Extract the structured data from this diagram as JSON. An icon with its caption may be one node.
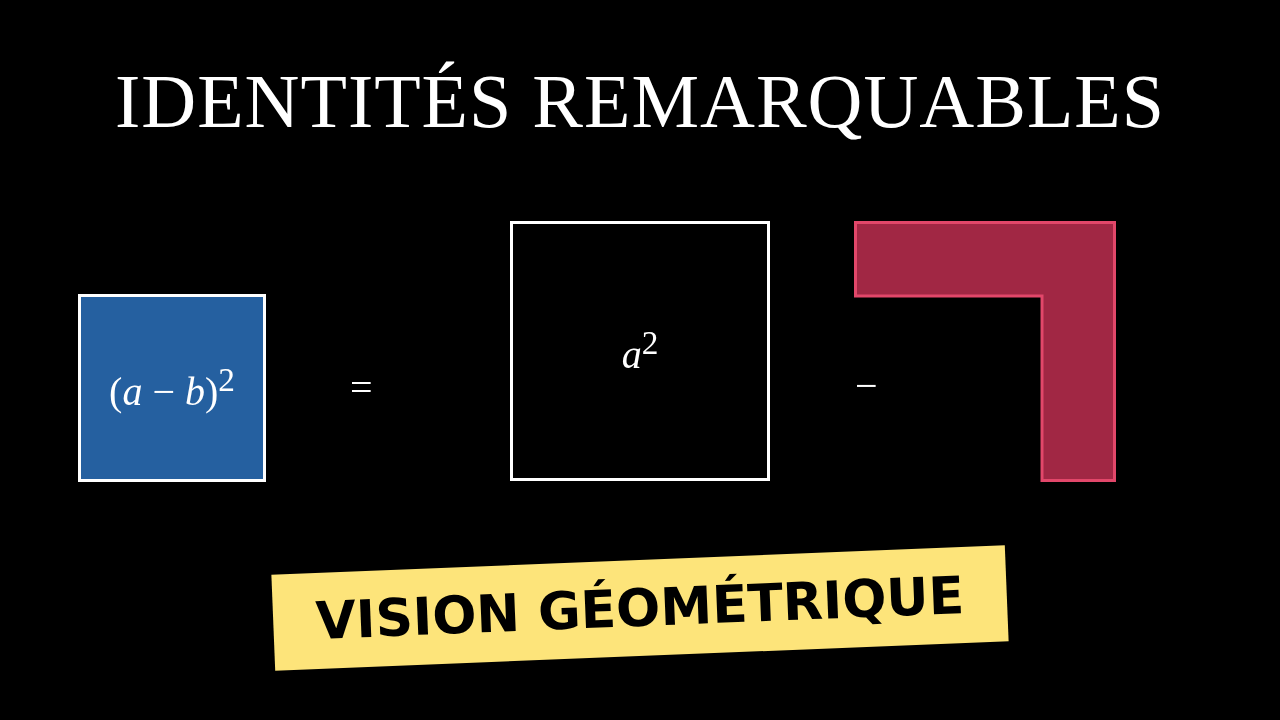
{
  "diagram": {
    "title": "IDENTITÉS REMARQUABLES",
    "caption": "VISION GÉOMÉTRIQUE",
    "nodes": [
      {
        "text": [
          "(*a* − *b*)$^{2}$"
        ]
      },
      {
        "text": [
          "*a*$^{2}$"
        ]
      },
      {
        "text": [],
        "shape": "box"
      }
    ],
    "labels": [
      "=",
      "−"
    ]
  }
}
